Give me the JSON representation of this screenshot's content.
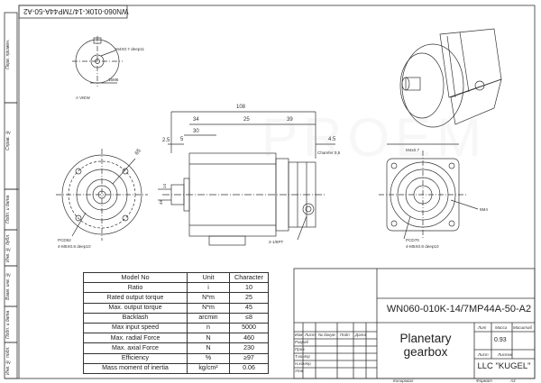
{
  "drawing": {
    "code": "WN060-010K-14/7MP44A-50-A2",
    "stamp_code": "WN060-010K-14/7MP44A-50-A2",
    "title": "Planetary gearbox",
    "company": "LLC \"KUGEL\"",
    "watermark": "PROEM",
    "scale": "0.93",
    "sheet_format": "A3",
    "labels": {
      "letter": "Лит",
      "mass": "Масса",
      "scale": "Масштаб",
      "sheet": "Лист",
      "sheets": "Листов",
      "format": "Формат",
      "copied": "Копировал"
    },
    "rev_header": [
      "Изм",
      "Лист",
      "№ докум",
      "Подп",
      "Дата"
    ],
    "roles": [
      "Разраб",
      "Пров",
      "Т.контр",
      "Н.контр",
      "Утв"
    ],
    "side_labels": [
      "Перв. примен.",
      "Справ. №",
      "Подп. и дата",
      "Инв. № дубл.",
      "Взам. инв. №",
      "Подп. и дата",
      "Инв. № подл."
    ]
  },
  "specs": {
    "headers": [
      "Model No",
      "Unit",
      "Character"
    ],
    "rows": [
      [
        "Ratio",
        "i",
        "10"
      ],
      [
        "Rated output torque",
        "N*m",
        "25"
      ],
      [
        "Max. output torque",
        "N*m",
        "45"
      ],
      [
        "Backlash",
        "arcmin",
        "≤8"
      ],
      [
        "Max input speed",
        "n",
        "5000"
      ],
      [
        "Max. radial Force",
        "N",
        "460"
      ],
      [
        "Max. axial Force",
        "N",
        "230"
      ],
      [
        "Efficiency",
        "%",
        "≥97"
      ],
      [
        "Mass moment of inertia",
        "kg/cm²",
        "0.06"
      ]
    ]
  },
  "annotations": {
    "shaft_thread": "M4X0.7 deep11",
    "key_dim": "16M6",
    "view_label": "A VIEW",
    "length_total": "108",
    "dim_34": "34",
    "dim_25": "25",
    "dim_39": "39",
    "dim_30": "30",
    "dim_5": "5",
    "dim_2_5": "2.5",
    "dim_45": "4.5",
    "dim_65": "65",
    "dim_49": "49",
    "dim_14": "14",
    "chamfer": "Chamfer 0,5",
    "tap": "2-1/8PT",
    "left_pcd": "PCD52",
    "left_holes": "4-M5X0.8 deep10",
    "right_thread": "M4x0.7",
    "right_pcd": "PCD70",
    "right_holes": "4-M5X0.8 deep10",
    "bolt_circle": "5M4"
  }
}
